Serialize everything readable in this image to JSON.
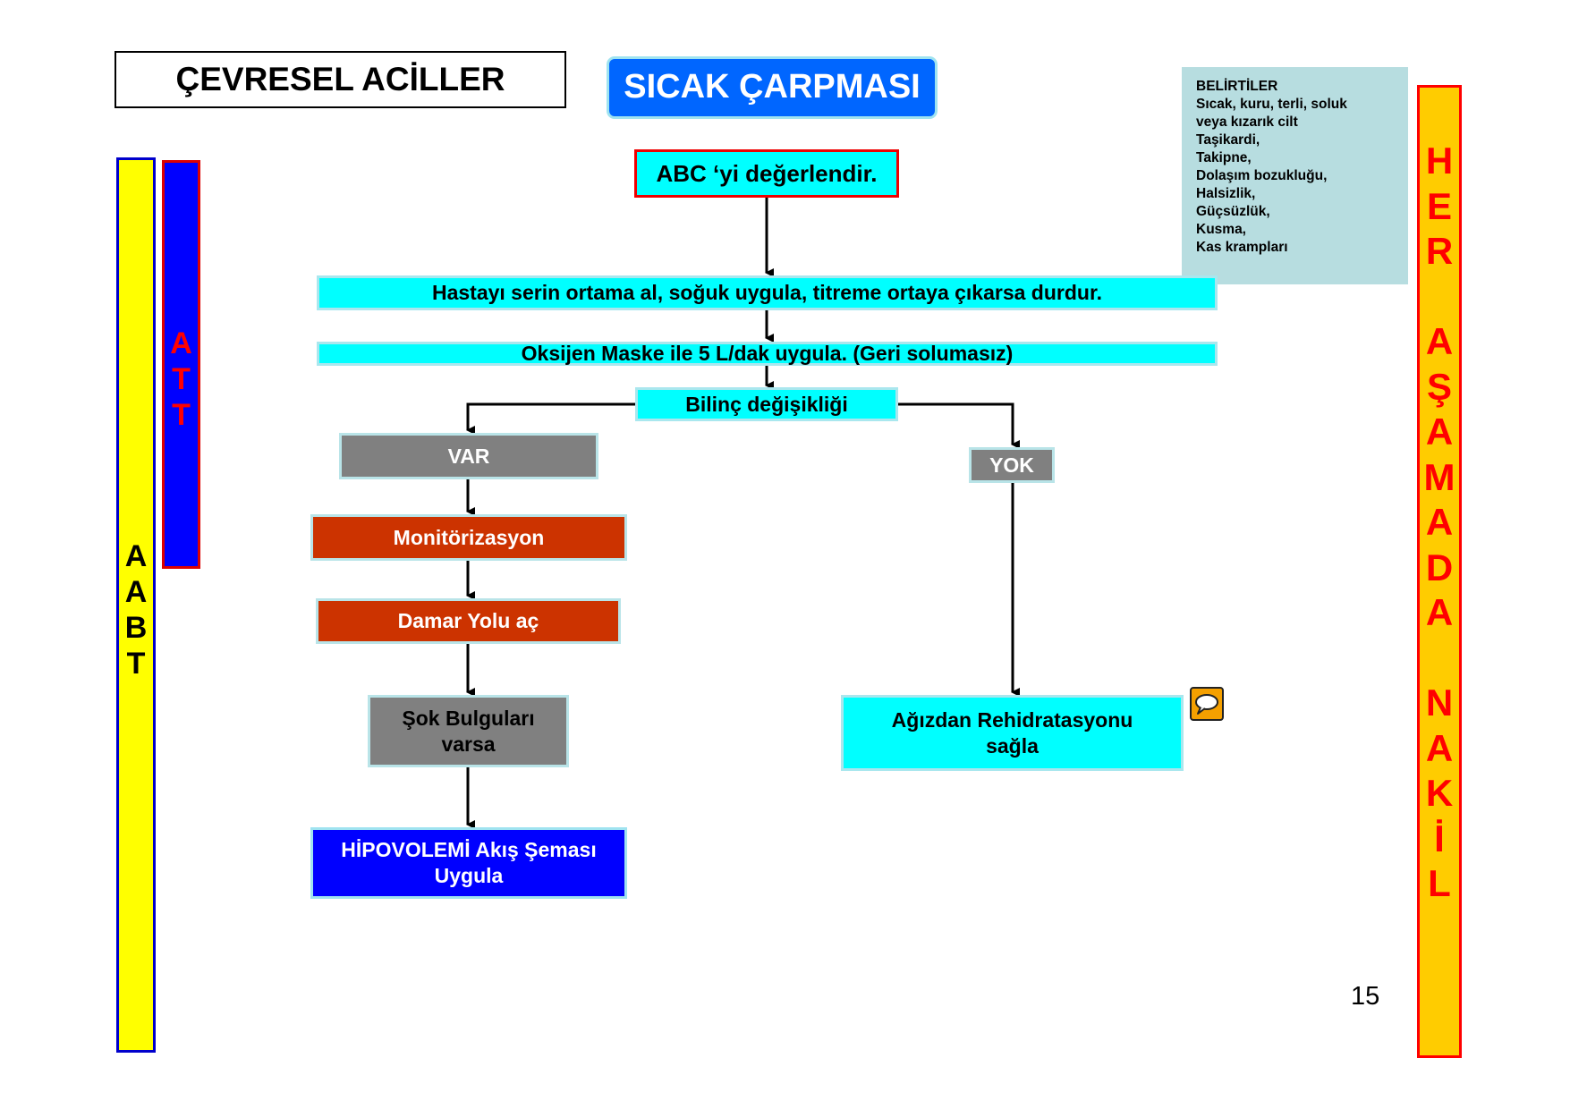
{
  "header": {
    "section_title": "ÇEVRESEL ACİLLER",
    "topic_title": "SICAK ÇARPMASI"
  },
  "symptoms": {
    "heading": "BELİRTİLER",
    "lines": [
      "Sıcak, kuru, terli, soluk",
      "veya kızarık cilt",
      "Taşikardi,",
      "Takipne,",
      "Dolaşım bozukluğu,",
      "Halsizlik,",
      "Güçsüzlük,",
      "Kusma,",
      "Kas krampları"
    ]
  },
  "side_bars": {
    "aabt_letters": [
      "A",
      "A",
      "B",
      "T"
    ],
    "att_letters": [
      "A",
      "T",
      "T"
    ],
    "right_letters": [
      "H",
      "E",
      "R",
      "",
      "A",
      "Ş",
      "A",
      "M",
      "A",
      "D",
      "A",
      "",
      "N",
      "A",
      "K",
      "İ",
      "L"
    ]
  },
  "flow": {
    "abc": "ABC ‘yi değerlendir.",
    "cool": "Hastayı serin ortama al, soğuk uygula, titreme ortaya çıkarsa durdur.",
    "oxygen": "Oksijen Maske ile 5 L/dak uygula. (Geri solumasız)",
    "consciousness": "Bilinç değişikliği",
    "yes": "VAR",
    "no": "YOK",
    "monitor": "Monitörizasyon",
    "iv": "Damar Yolu aç",
    "shock_line1": "Şok Bulguları",
    "shock_line2": "varsa",
    "hypovolemia_line1": "HİPOVOLEMİ Akış Şeması",
    "hypovolemia_line2": "Uygula",
    "rehydration_line1": "Ağızdan Rehidratasyonu",
    "rehydration_line2": "sağla"
  },
  "page_number": "15",
  "colors": {
    "cyan": "#00ffff",
    "grey": "#808080",
    "rust": "#cc3300",
    "blue": "#0000ff",
    "yellow": "#ffff00",
    "orange": "#ffcc00",
    "red": "#ff0000",
    "symptom_bg": "#b7dde0",
    "title_blue": "#0066ff"
  }
}
